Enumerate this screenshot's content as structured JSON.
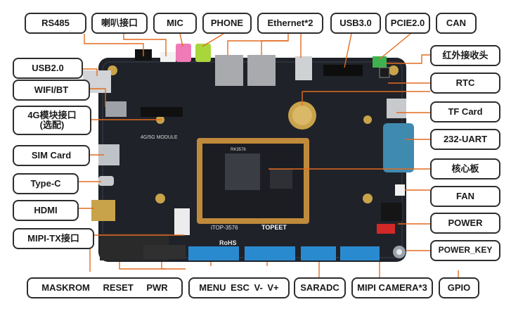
{
  "labels": {
    "rs485": "RS485",
    "speaker": "喇叭接口",
    "mic": "MIC",
    "phone": "PHONE",
    "ethernet": "Ethernet*2",
    "usb30": "USB3.0",
    "pcie": "PCIE2.0",
    "can": "CAN",
    "usb20": "USB2.0",
    "wifi": "WIFI/BT",
    "module4g_l1": "4G模块接口",
    "module4g_l2": "(选配)",
    "sim": "SIM Card",
    "typec": "Type-C",
    "hdmi": "HDMI",
    "mipitx": "MIPI-TX接口",
    "ir": "红外接收头",
    "rtc": "RTC",
    "tf": "TF Card",
    "uart": "232-UART",
    "core": "核心板",
    "fan": "FAN",
    "power": "POWER",
    "powerkey": "POWER_KEY",
    "mask_group": [
      "MASKROM",
      "RESET",
      "PWR"
    ],
    "menu_group": [
      "MENU",
      "ESC",
      "V-",
      "V+"
    ],
    "saradc": "SARADC",
    "mipicam": "MIPI CAMERA*3",
    "gpio": "GPIO"
  },
  "board_text": {
    "module_silk": "4G/5G MODULE",
    "chip": "RK3576",
    "model": "iTOP-3576",
    "brand": "TOPEET",
    "rohs": "RoHS"
  },
  "colors": {
    "board": "#1f2229",
    "leader": "#e36b1f",
    "label_border": "#2d2d2d"
  }
}
